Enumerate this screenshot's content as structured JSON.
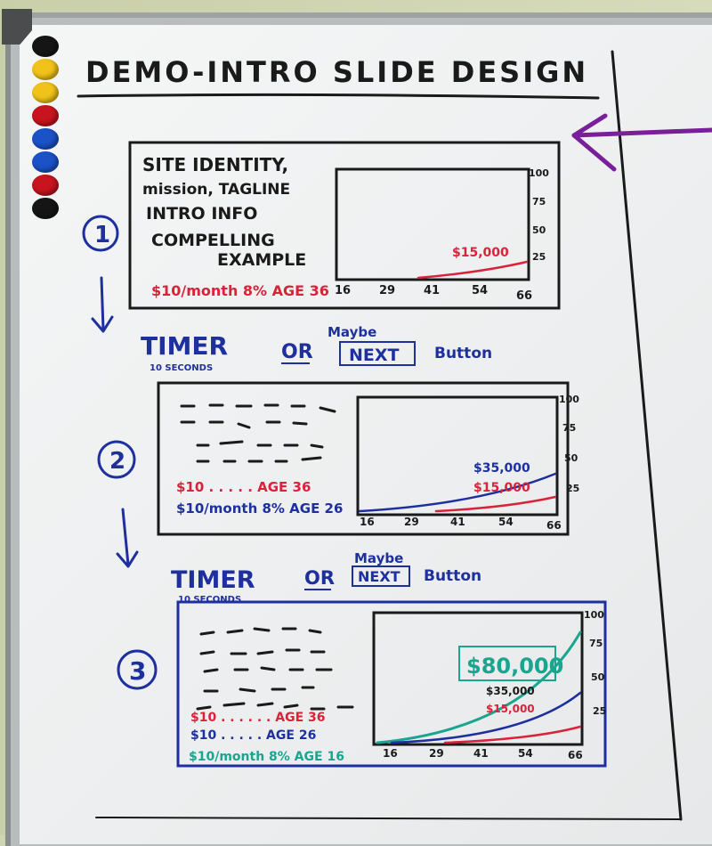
{
  "title": "DEMO-INTRO SLIDE DESIGN",
  "colors": {
    "black_ink": "#1a1a1a",
    "blue_ink": "#1e2f9e",
    "red_ink": "#d8233a",
    "teal_ink": "#1aa58f",
    "purple_ink": "#7a1f9a"
  },
  "magnets": [
    "#151515",
    "#f0c21a",
    "#f0c21a",
    "#c8141e",
    "#1b52c8",
    "#1b52c8",
    "#c8141e",
    "#151515"
  ],
  "steps": [
    {
      "number": "1",
      "lines": [
        "SITE IDENTITY,",
        "mission, TAGLINE",
        "INTRO INFO",
        "COMPELLING",
        "EXAMPLE"
      ],
      "footer": [
        "$10/month 8% AGE 36"
      ],
      "chart_labels": [
        "$15,000"
      ]
    },
    {
      "number": "2",
      "footer": [
        "$10 . . . . . AGE 36",
        "$10/month 8% AGE 26"
      ],
      "chart_labels": [
        "$35,000",
        "$15,000"
      ]
    },
    {
      "number": "3",
      "footer": [
        "$10 . . . . . . AGE 36",
        "$10 . . . . . AGE 26",
        "$10/month 8% AGE 16"
      ],
      "chart_labels": [
        "$80,000",
        "$35,000",
        "$15,000"
      ]
    }
  ],
  "transitions": [
    {
      "timer": "TIMER",
      "timer_note": "10 SECONDS",
      "or": "OR",
      "maybe": "Maybe",
      "next": "NEXT",
      "button": "Button"
    },
    {
      "timer": "TIMER",
      "timer_note": "10 SECONDS",
      "or": "OR",
      "maybe": "Maybe",
      "next": "NEXT",
      "button": "Button"
    }
  ],
  "chart_data": [
    {
      "type": "line",
      "x_ticks": [
        "16",
        "29",
        "41",
        "54",
        "66"
      ],
      "y_ticks": [
        "100",
        "75",
        "50",
        "25"
      ],
      "series": [
        {
          "color": "#d8233a",
          "label": "$15,000"
        }
      ]
    },
    {
      "type": "line",
      "x_ticks": [
        "16",
        "29",
        "41",
        "54",
        "66"
      ],
      "y_ticks": [
        "100",
        "75",
        "50",
        "25"
      ],
      "series": [
        {
          "color": "#1e2f9e",
          "label": "$35,000"
        },
        {
          "color": "#d8233a",
          "label": "$15,000"
        }
      ]
    },
    {
      "type": "line",
      "x_ticks": [
        "16",
        "29",
        "41",
        "54",
        "66"
      ],
      "y_ticks": [
        "100",
        "75",
        "50",
        "25"
      ],
      "series": [
        {
          "color": "#1aa58f",
          "label": "$80,000"
        },
        {
          "color": "#1e2f9e",
          "label": "$35,000"
        },
        {
          "color": "#d8233a",
          "label": "$15,000"
        }
      ]
    }
  ]
}
